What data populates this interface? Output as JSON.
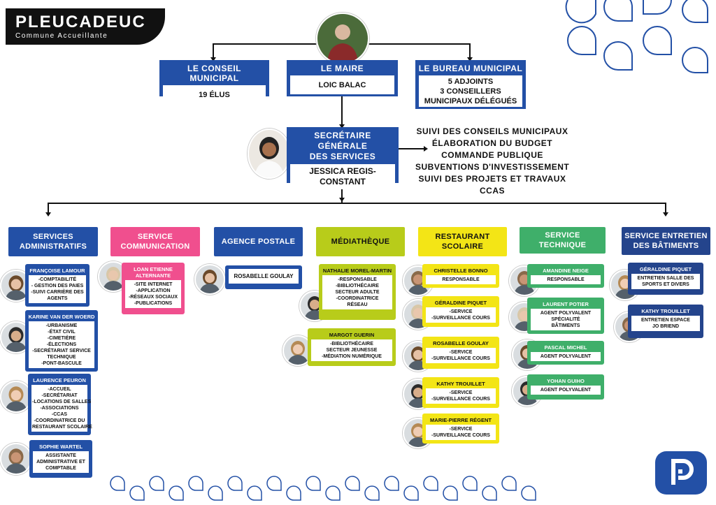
{
  "logo": {
    "name": "PLEUCADEUC",
    "tagline": "Commune Accueillante"
  },
  "top": {
    "conseil": {
      "title": "LE CONSEIL MUNICIPAL",
      "body": [
        "19 ÉLUS"
      ]
    },
    "maire": {
      "title": "LE MAIRE",
      "body": [
        "LOIC BALAC"
      ]
    },
    "bureau": {
      "title": "LE BUREAU MUNICIPAL",
      "body": [
        "5 ADJOINTS",
        "3 CONSEILLERS",
        "MUNICIPAUX DÉLÉGUÉS"
      ]
    }
  },
  "secretaire": {
    "title": [
      "SECRÉTAIRE GÉNÉRALE",
      "DES SERVICES"
    ],
    "name": [
      "JESSICA REGIS-",
      "CONSTANT"
    ],
    "missions": [
      "SUIVI DES CONSEILS MUNICIPAUX",
      "ÉLABORATION DU BUDGET",
      "COMMANDE PUBLIQUE",
      "SUBVENTIONS D'INVESTISSEMENT",
      "SUIVI DES PROJETS ET TRAVAUX",
      "CCAS"
    ]
  },
  "colors": {
    "blue": "#2350a6",
    "pink": "#f04f8e",
    "olive": "#b8cc1a",
    "yellow": "#f3e516",
    "green": "#3faf6a",
    "darkblue": "#24448c"
  },
  "departments": [
    {
      "id": "admin",
      "label": [
        "SERVICES",
        "ADMINISTRATIFS"
      ],
      "color": "#2350a6",
      "dark": false,
      "people": [
        {
          "name": "FRANÇOISE LAMOUR",
          "roles": [
            "-COMPTABILITÉ",
            "- GESTION DES PAIES",
            "-SUIVI CARRIÈRE DES",
            "AGENTS"
          ]
        },
        {
          "name": "KARINE VAN DER WOERD",
          "roles": [
            "-URBANISME",
            "-ÉTAT CIVIL",
            "-CIMETIÈRE",
            "-ÉLECTIONS",
            "-SECRÉTARIAT SERVICE",
            "TECHNIQUE",
            "-PONT-BASCULE"
          ]
        },
        {
          "name": "LAURENCE PEURON",
          "roles": [
            "-ACCUEIL",
            "-SECRÉTARIAT",
            "-LOCATIONS DE SALLES",
            "-ASSOCIATIONS",
            "-CCAS",
            "-COORDINATRICE DU",
            "RESTAURANT SCOLAIRE"
          ]
        },
        {
          "name": "SOPHIE WARTEL",
          "roles": [
            "ASSISTANTE",
            "ADMINISTRATIVE ET",
            "COMPTABLE"
          ]
        }
      ]
    },
    {
      "id": "comm",
      "label": [
        "SERVICE",
        "COMMUNICATION"
      ],
      "color": "#f04f8e",
      "dark": false,
      "people": [
        {
          "name": "LOAN ETIENNE ALTERNANTE",
          "roles": [
            "-SITE INTERNET",
            "-APPLICATION",
            "-RÉSEAUX SOCIAUX",
            "-PUBLICATIONS"
          ]
        }
      ]
    },
    {
      "id": "poste",
      "label": [
        "AGENCE POSTALE"
      ],
      "color": "#2350a6",
      "dark": false,
      "people": [
        {
          "name": "",
          "roles": [
            "ROSABELLE GOULAY"
          ]
        }
      ]
    },
    {
      "id": "media",
      "label": [
        "MÉDIATHÈQUE"
      ],
      "color": "#b8cc1a",
      "dark": true,
      "people": [
        {
          "name": "NATHALIE MOREL-MARTIN",
          "roles": [
            "-RESPONSABLE",
            "-BIBLIOTHÉCAIRE",
            "SECTEUR ADULTE",
            "-COORDINATRICE",
            "RÉSEAU"
          ]
        },
        {
          "name": "MARGOT GUERIN",
          "roles": [
            "-BIBLIOTHÉCAIRE",
            "SECTEUR JEUNESSE",
            "-MÉDIATION NUMÉRIQUE"
          ]
        }
      ]
    },
    {
      "id": "resto",
      "label": [
        "RESTAURANT",
        "SCOLAIRE"
      ],
      "color": "#f3e516",
      "dark": true,
      "people": [
        {
          "name": "CHRISTELLE BONNO",
          "roles": [
            "RESPONSABLE"
          ]
        },
        {
          "name": "GÉRALDINE PIQUET",
          "roles": [
            "-SERVICE",
            "-SURVEILLANCE COURS"
          ]
        },
        {
          "name": "ROSABELLE GOULAY",
          "roles": [
            "-SERVICE",
            "-SURVEILLANCE COURS"
          ]
        },
        {
          "name": "KATHY TROUILLET",
          "roles": [
            "-SERVICE",
            "-SURVEILLANCE COURS"
          ]
        },
        {
          "name": "MARIE-PIERRE RÉGENT",
          "roles": [
            "-SERVICE",
            "-SURVEILLANCE COURS"
          ]
        }
      ]
    },
    {
      "id": "tech",
      "label": [
        "SERVICE",
        "TECHNIQUE"
      ],
      "color": "#3faf6a",
      "dark": false,
      "people": [
        {
          "name": "AMANDINE NEIGE",
          "roles": [
            "RESPONSABLE"
          ]
        },
        {
          "name": "LAURENT POTIER",
          "roles": [
            "AGENT POLYVALENT",
            "SPÉCIALITÉ",
            "BÂTIMENTS"
          ]
        },
        {
          "name": "PASCAL MICHEL",
          "roles": [
            "AGENT POLYVALENT"
          ]
        },
        {
          "name": "YOHAN GUIHO",
          "roles": [
            "AGENT POLYVALENT"
          ]
        }
      ]
    },
    {
      "id": "batiments",
      "label": [
        "SERVICE ENTRETIEN",
        "DES BÂTIMENTS"
      ],
      "color": "#24448c",
      "dark": false,
      "people": [
        {
          "name": "GÉRALDINE PIQUET",
          "roles": [
            "ENTRETIEN SALLE DES",
            "SPORTS ET DIVERS"
          ]
        },
        {
          "name": "KATHY TROUILLET",
          "roles": [
            "ENTRETIEN ESPACE",
            "JO BRIEND"
          ]
        }
      ]
    }
  ]
}
